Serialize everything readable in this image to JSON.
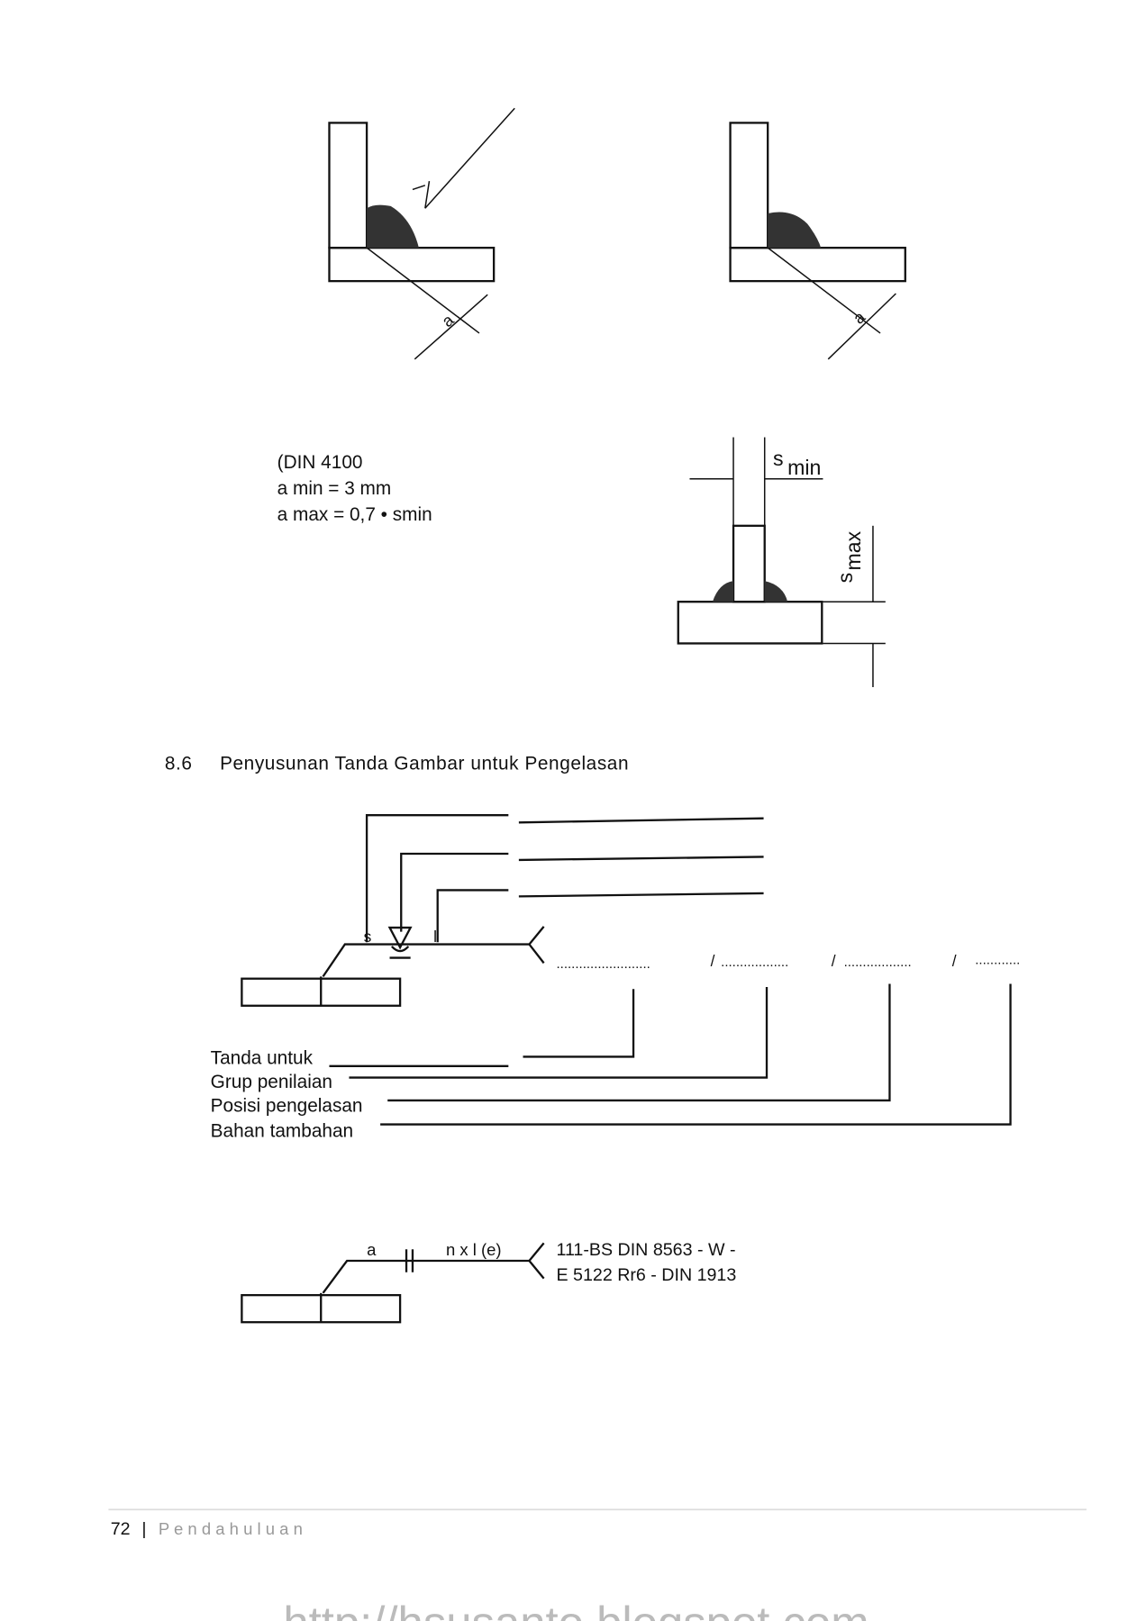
{
  "figure1": {
    "dim_label": "a",
    "din_note": [
      "(DIN 4100",
      "a min = 3 mm",
      "a max = 0,7 • smin"
    ],
    "s_min": "s",
    "s_min_sub": "min",
    "s_max": "s",
    "s_max_sub": "max"
  },
  "section": {
    "number": "8.6",
    "title": "Penyusunan Tanda Gambar untuk Pengelasan"
  },
  "figure2": {
    "s_label": "s",
    "l_label": "l",
    "dots": [
      ".........................",
      "..................",
      "..................",
      "............"
    ],
    "slash": "/",
    "labels": [
      "Tanda untuk",
      "Grup penilaian",
      "Posisi pengelasan",
      "Bahan tambahan"
    ]
  },
  "figure3": {
    "a_label": "a",
    "nxl": "n x l (e)",
    "spec_line1": "111-BS DIN 8563 - W -",
    "spec_line2": "E 5122 Rr6 - DIN 1913"
  },
  "footer": {
    "page": "72",
    "separator": "|",
    "chapter": "P e n d a h u l u a n"
  },
  "watermark": "http://hsusanto.blogspot.com"
}
